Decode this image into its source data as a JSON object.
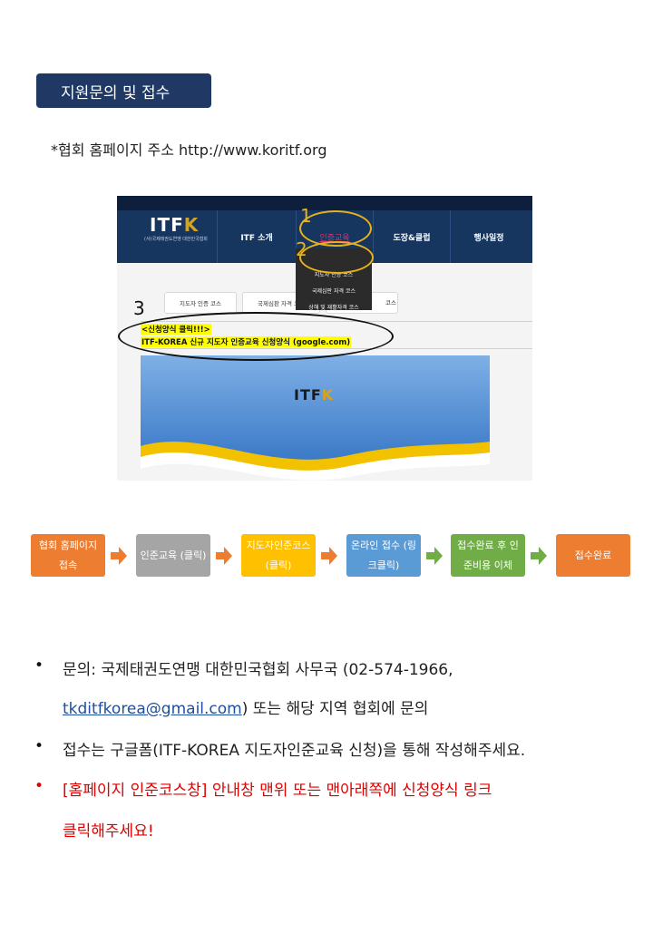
{
  "header": {
    "title": "지원문의 및 접수"
  },
  "homepage": {
    "text": "*협회 홈페이지 주소 http://www.koritf.org"
  },
  "screenshot": {
    "logo": "ITF",
    "logo_k": "K",
    "logo_sub": "(사)국제태권도연맹 대한민국협회",
    "nav": [
      "ITF 소개",
      "인증교육",
      "도장&클럽",
      "행사일정"
    ],
    "dropdown": [
      "지도자 인증 코스",
      "국제심판 자격 코스",
      "상해 및 재활자격 코스"
    ],
    "tabs": [
      "지도자 인증 코스",
      "국제심판 자격 코스",
      "상해 및 재활자격 코스"
    ],
    "link_line1": "<신청양식 클릭!!!>",
    "link_line2": "ITF-KOREA 신규 지도자 인증교육 신청양식 (google.com)",
    "annotations": [
      "1",
      "2",
      "3"
    ],
    "annotation_colors": {
      "yellow": "#e8b21a",
      "black": "#111111"
    }
  },
  "flow": {
    "steps": [
      {
        "label": "협회 홈페이지 접속",
        "color": "#ed7d31"
      },
      {
        "label": "인준교육 (클릭)",
        "color": "#a5a5a5"
      },
      {
        "label": "지도자인준코스 (클릭)",
        "color": "#ffc000"
      },
      {
        "label": "온라인 접수 (링크클릭)",
        "color": "#5b9bd5"
      },
      {
        "label": "접수완료 후 인준비용 이체",
        "color": "#70ad47"
      },
      {
        "label": "접수완료",
        "color": "#ed7d31"
      }
    ],
    "arrow_color": "#ed7d31"
  },
  "bullets": {
    "b1_line1": "문의: 국제태권도연맹 대한민국협회 사무국 (02-574-1966,",
    "b1_email": "tkditfkorea@gmail.com",
    "b1_line2_rest": ") 또는 해당 지역 협회에 문의",
    "b2": "접수는 구글폼(ITF-KOREA 지도자인준교육 신청)을 통해 작성해주세요.",
    "b3_line1": "[홈페이지 인준코스창] 안내창 맨위 또는 맨아래쪽에 신청양식 링크",
    "b3_line2": "클릭해주세요!",
    "bullet_char": "•"
  }
}
